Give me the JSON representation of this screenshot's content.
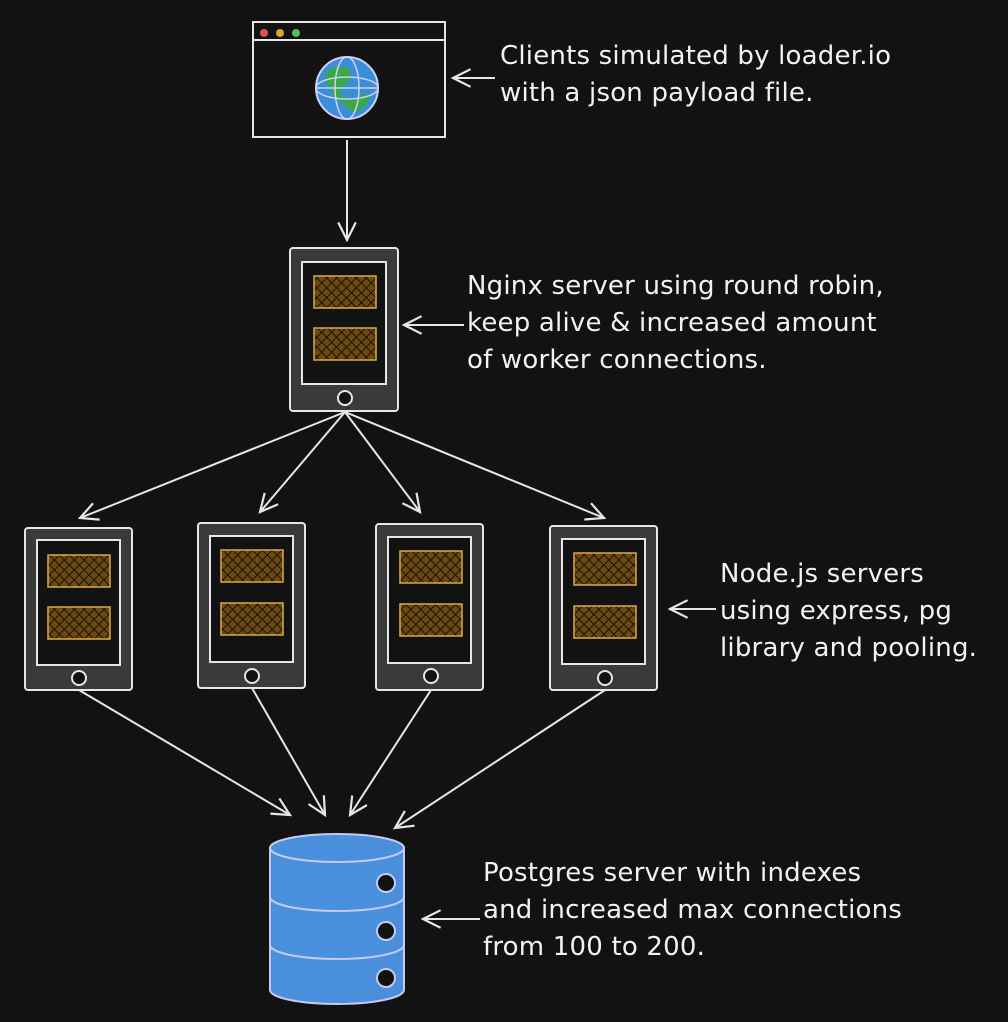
{
  "colors": {
    "background": "#121212",
    "stroke": "#e6e6e6",
    "server_body": "#3a3a3a",
    "server_slot": "#6b4a12",
    "server_hatch": "#1a1208",
    "db_fill": "#4a8fdc",
    "db_stroke": "#c8c8f0",
    "globe_water": "#3a8ed8",
    "globe_land": "#3aa84a"
  },
  "annotations": {
    "clients": [
      "Clients simulated by loader.io",
      "with a json payload file."
    ],
    "nginx": [
      "Nginx server using round robin,",
      "keep alive & increased amount",
      "of worker connections."
    ],
    "node": [
      "Node.js servers",
      "using express, pg",
      "library and pooling."
    ],
    "postgres": [
      "Postgres server with indexes",
      "and increased max connections",
      "from 100 to 200."
    ]
  },
  "icons": {
    "browser": "browser-window-icon",
    "globe": "globe-icon",
    "server": "server-icon",
    "database": "database-icon"
  }
}
